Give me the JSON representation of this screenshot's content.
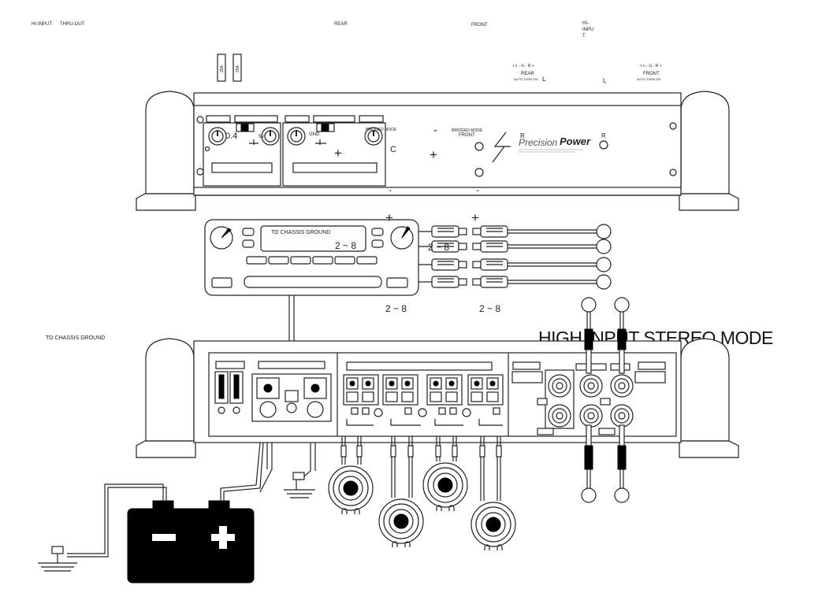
{
  "top_labels": {
    "hi_input": "HI-INPUT",
    "thru_out": "THRU-OUT",
    "rear": "REAR",
    "front": "FRONT",
    "hi_input_right": [
      "HI-",
      "INPU",
      "T"
    ]
  },
  "fuses": {
    "left": "25A",
    "right": "25A"
  },
  "rca_left": {
    "lgr": "+ L - G - R +",
    "title": "REAR",
    "sub": "AUTO TURN ON",
    "l": "L"
  },
  "rca_right": {
    "lgr": "+ L - G - R +",
    "title": "FRONT",
    "sub": "AUTO TURN ON"
  },
  "amp_top": {
    "loose_l": "L",
    "knob_label_a": "0.4",
    "knob_label_b": "5V",
    "gnd": "GND",
    "bridge_small": "BRIDGED MODE",
    "bridged_mode": "BRIDGED MODE",
    "front": "FRONT",
    "r1": "R",
    "r2": "R",
    "c": "C",
    "plus1": "+",
    "plus2": "+",
    "minus1": "-",
    "minus2": "-",
    "minus3": "-",
    "brand_a": "Precision",
    "brand_b": "Power"
  },
  "head_unit": {
    "ground": "TO CHASSIS GROUND",
    "impedance": "2 ~ 8"
  },
  "wiring_labels": {
    "plus_a": "+",
    "plus_b": "+",
    "imp_mid": "2 ~ 8",
    "imp_a": "2 ~ 8",
    "imp_b": "2 ~ 8",
    "left_ground": "TO CHASSIS GROUND"
  },
  "title": "HIGH INPUT STEREO MODE",
  "battery": {
    "neg": "−",
    "pos": "+"
  }
}
